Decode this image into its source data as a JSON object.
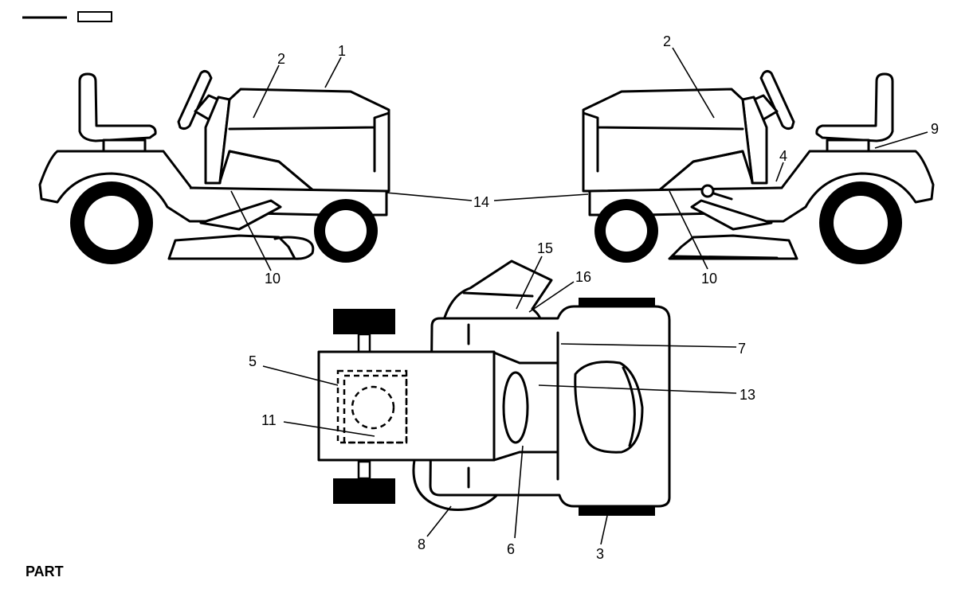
{
  "diagram": {
    "header_text": "PART",
    "callouts": {
      "left_view": {
        "c1": "1",
        "c2": "2",
        "c10": "10"
      },
      "right_view": {
        "c2": "2",
        "c9": "9",
        "c4": "4",
        "c10": "10"
      },
      "shared": {
        "c14": "14"
      },
      "top_view": {
        "c15": "15",
        "c16": "16",
        "c7": "7",
        "c5": "5",
        "c13": "13",
        "c11": "11",
        "c8": "8",
        "c6": "6",
        "c3": "3"
      }
    }
  }
}
